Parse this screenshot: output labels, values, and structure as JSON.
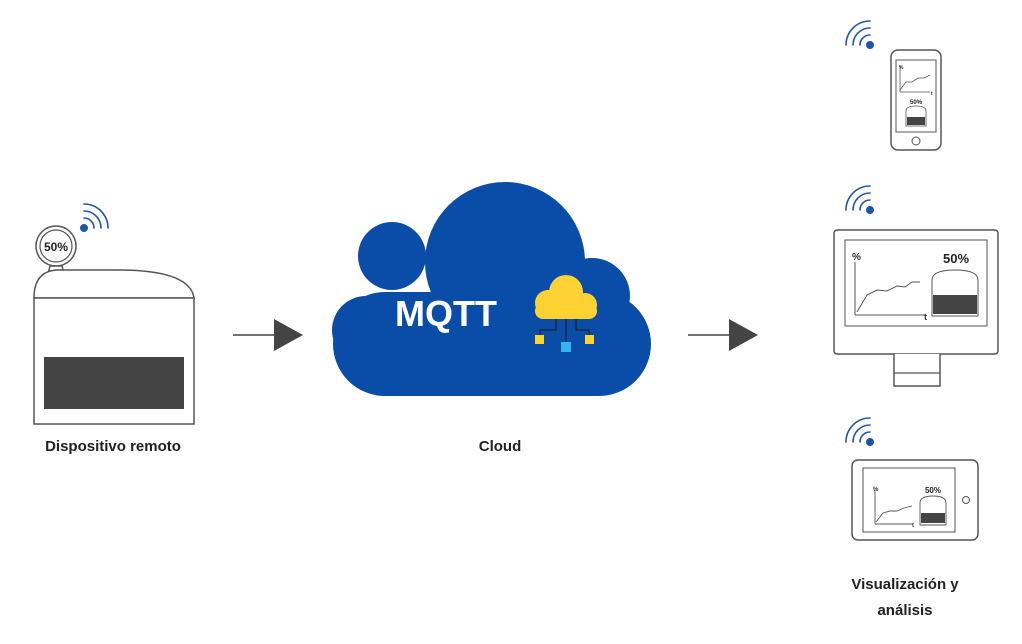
{
  "labels": {
    "remote_device": "Dispositivo remoto",
    "cloud": "Cloud",
    "visualization_line1": "Visualización y",
    "visualization_line2": "análisis"
  },
  "cloud": {
    "protocol": "MQTT"
  },
  "device": {
    "gauge_value": "50%"
  },
  "screens": {
    "phone": {
      "y_axis": "%",
      "x_axis": "t",
      "value": "50%"
    },
    "monitor": {
      "y_axis": "%",
      "x_axis": "t",
      "value": "50%"
    },
    "tablet": {
      "y_axis": "%",
      "x_axis": "t",
      "value": "50%"
    }
  },
  "colors": {
    "cloud_blue": "#0A4DA8",
    "signal_blue": "#1F55A6",
    "accent_yellow": "#FFD233",
    "node_cyan": "#33B5F0",
    "fill_dark": "#444444",
    "outline": "#555555",
    "arrow": "#444444"
  },
  "icons": [
    "wifi-signal-icon",
    "cloud-network-icon",
    "gauge-icon",
    "smartphone-icon",
    "monitor-icon",
    "tablet-icon"
  ]
}
